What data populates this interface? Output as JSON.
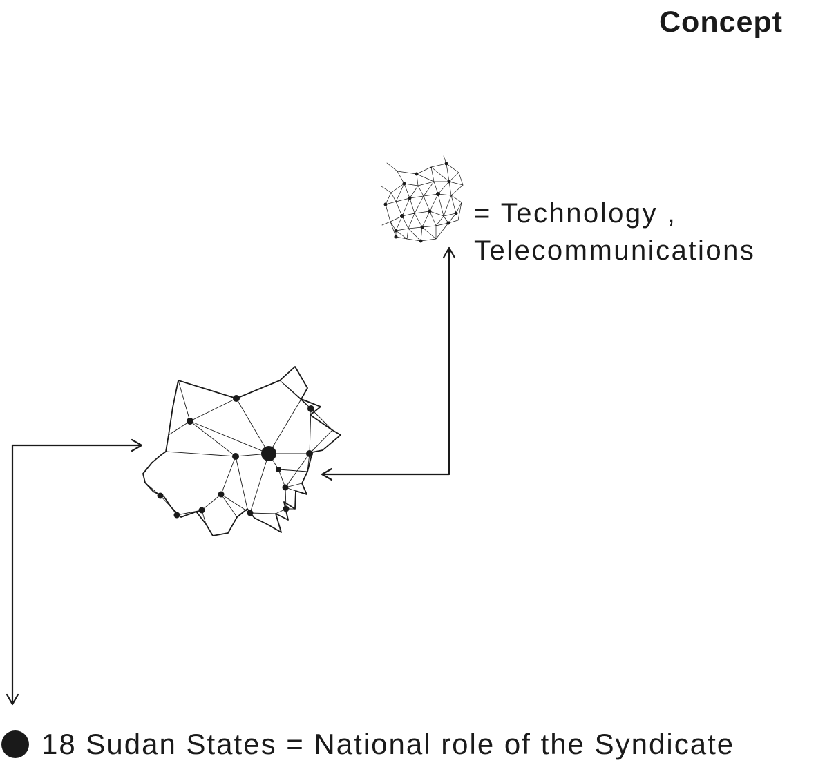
{
  "title": "Concept",
  "annotations": {
    "technology": {
      "line1": "= Technology ,",
      "line2": "Telecommunications"
    },
    "legend": {
      "text": "18 Sudan States = National role of the Syndicate"
    }
  },
  "icons": {
    "map": "sudan-map-network-mesh",
    "mesh": "abstract-network-mesh",
    "legend_bullet": "filled-circle"
  },
  "colors": {
    "ink": "#1a1a1a",
    "background": "#ffffff"
  }
}
